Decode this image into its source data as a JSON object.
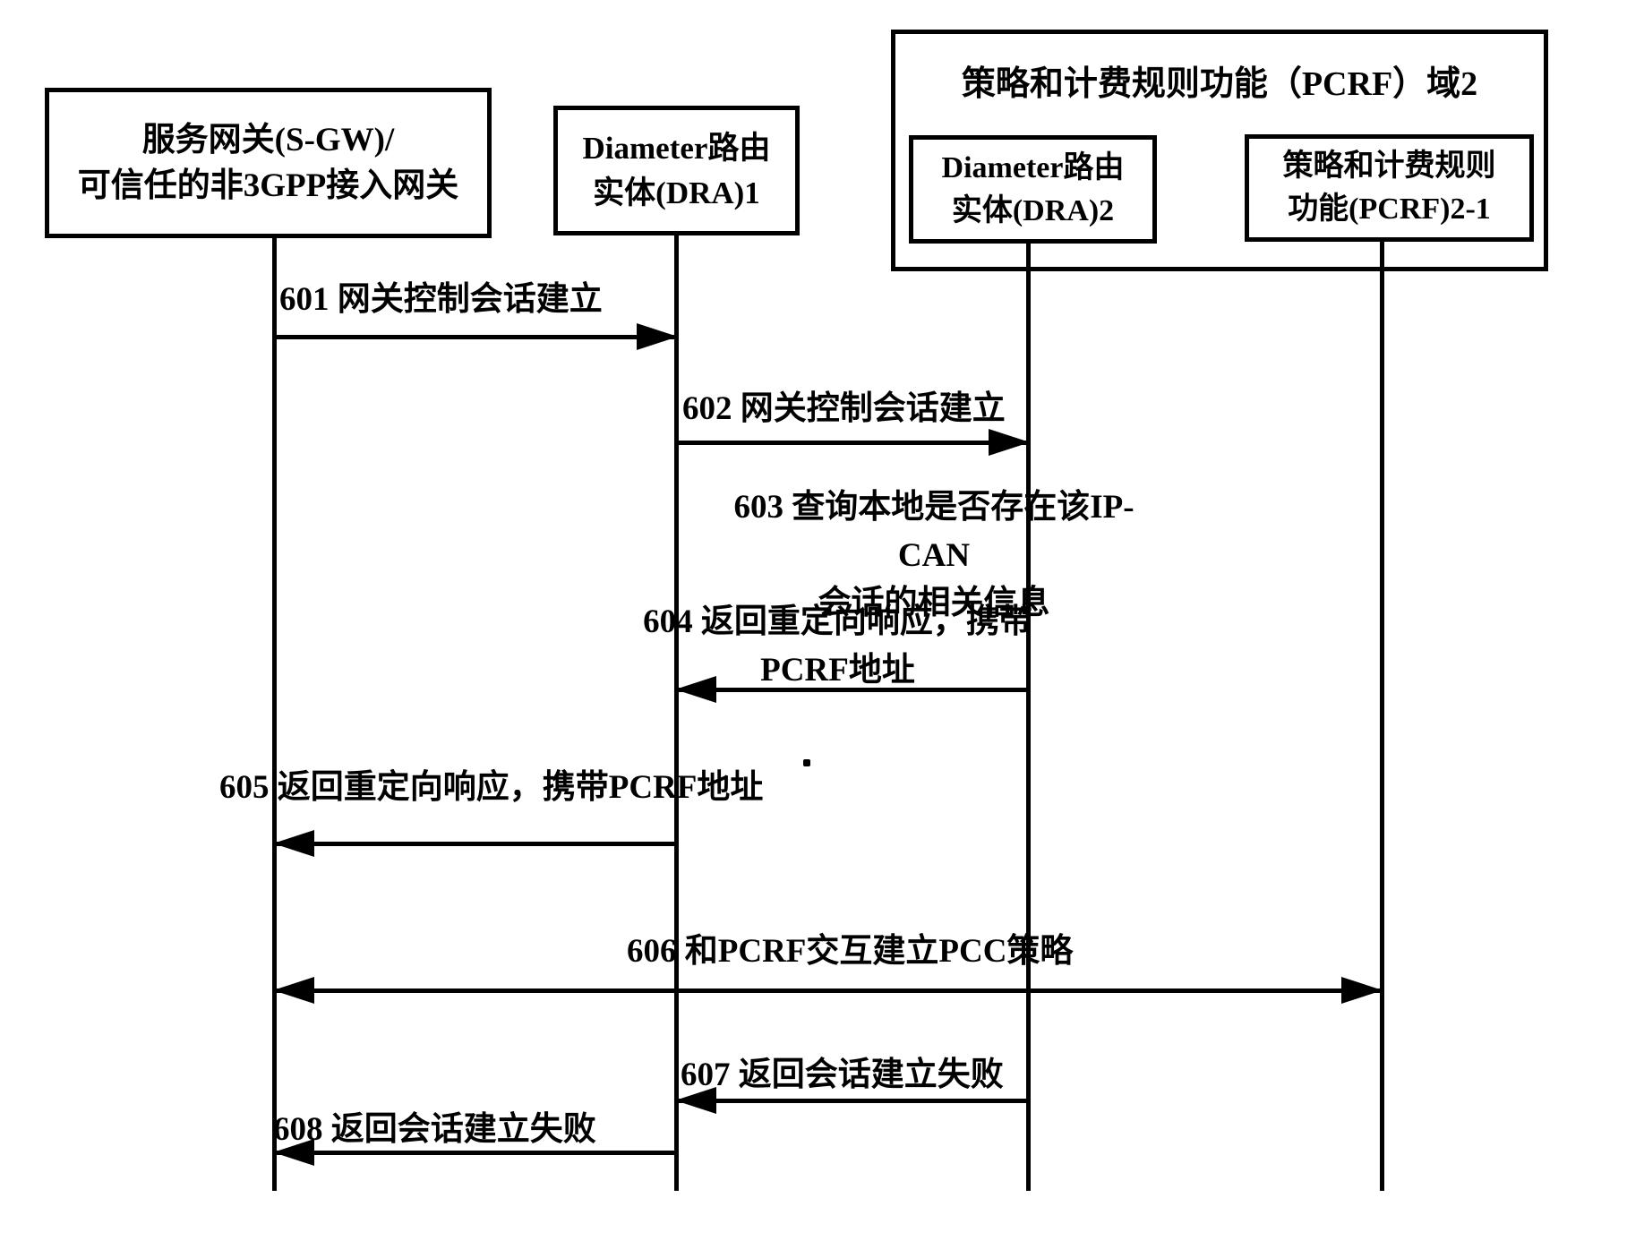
{
  "figure": {
    "type": "sequence-diagram",
    "domain_title": "策略和计费规则功能（PCRF）域2",
    "colors": {
      "ink": "#000000",
      "background": "#ffffff"
    },
    "actors": [
      {
        "id": "sgw",
        "lines": [
          "服务网关(S-GW)/",
          "可信任的非3GPP接入网关"
        ]
      },
      {
        "id": "dra1",
        "lines": [
          "Diameter路由",
          "实体(DRA)1"
        ]
      },
      {
        "id": "dra2",
        "lines": [
          "Diameter路由",
          "实体(DRA)2"
        ]
      },
      {
        "id": "pcrf21",
        "lines": [
          "策略和计费规则",
          "功能(PCRF)2-1"
        ]
      }
    ],
    "messages": [
      {
        "num": "601",
        "type": "arrow",
        "from": "sgw",
        "to": "dra1",
        "direction": "right",
        "lines": [
          "601 网关控制会话建立"
        ]
      },
      {
        "num": "602",
        "type": "arrow",
        "from": "dra1",
        "to": "dra2",
        "direction": "right",
        "lines": [
          "602 网关控制会话建立"
        ]
      },
      {
        "num": "603",
        "type": "note",
        "at": "dra2",
        "lines": [
          "603 查询本地是否存在该IP-CAN",
          "会话的相关信息"
        ]
      },
      {
        "num": "604",
        "type": "arrow",
        "from": "dra2",
        "to": "dra1",
        "direction": "left",
        "lines": [
          "604 返回重定向响应，携带",
          "PCRF地址"
        ]
      },
      {
        "num": "605",
        "type": "arrow",
        "from": "dra1",
        "to": "sgw",
        "direction": "left",
        "lines": [
          "605 返回重定向响应，携带PCRF地址"
        ]
      },
      {
        "num": "606",
        "type": "arrow",
        "from": "sgw",
        "to": "pcrf21",
        "direction": "both",
        "lines": [
          "606 和PCRF交互建立PCC策略"
        ]
      },
      {
        "num": "607",
        "type": "arrow",
        "from": "dra2",
        "to": "dra1",
        "direction": "left",
        "lines": [
          "607 返回会话建立失败"
        ]
      },
      {
        "num": "608",
        "type": "arrow",
        "from": "dra1",
        "to": "sgw",
        "direction": "left",
        "lines": [
          "608 返回会话建立失败"
        ]
      }
    ]
  }
}
